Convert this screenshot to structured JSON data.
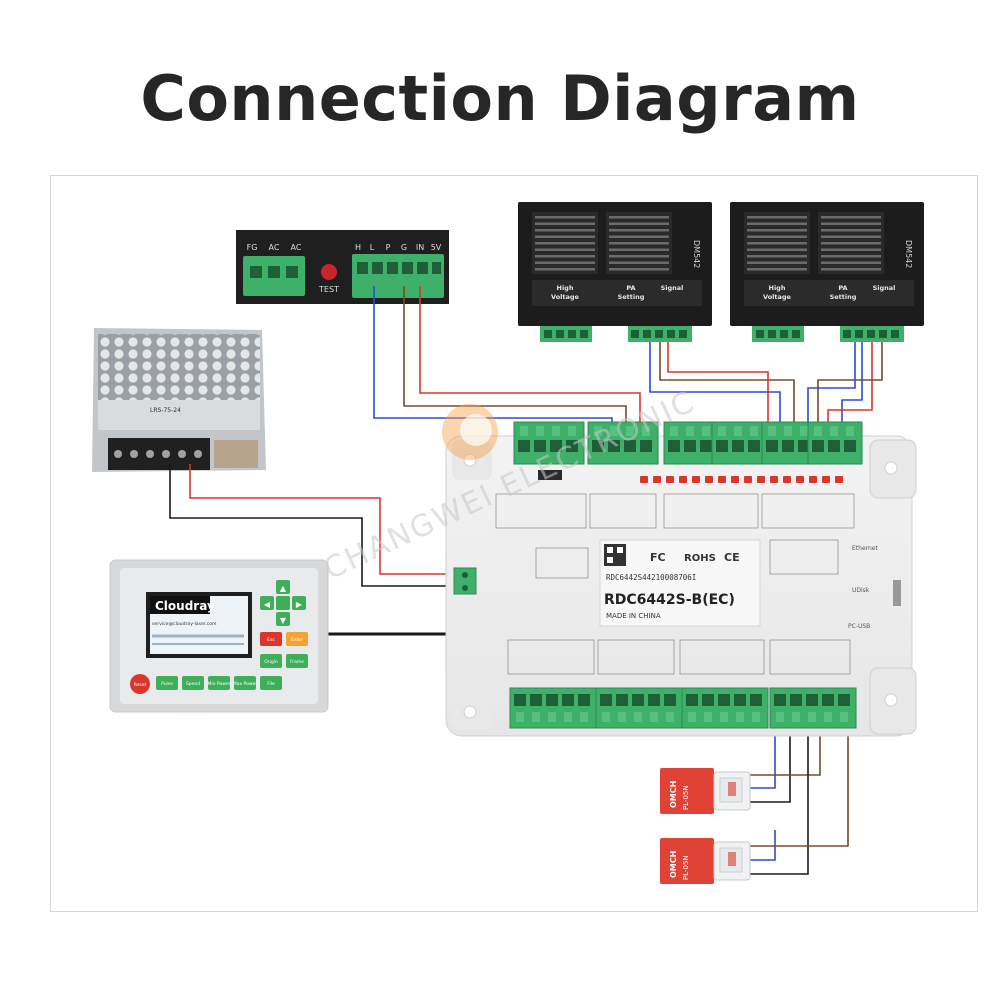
{
  "title": "Connection Diagram",
  "laser_psu": {
    "left_labels": [
      "FG",
      "AC",
      "AC"
    ],
    "test_label": "TEST",
    "right_labels": [
      "H",
      "L",
      "P",
      "G",
      "IN",
      "5V"
    ]
  },
  "stepper_drivers": [
    {
      "model": "DM542",
      "section_labels": [
        "High Voltage",
        "PA Setting",
        "Signal"
      ]
    },
    {
      "model": "DM542",
      "section_labels": [
        "High Voltage",
        "PA Setting",
        "Signal"
      ]
    }
  ],
  "power_supply": {
    "model": "LRS-75-24"
  },
  "controller_board": {
    "model": "RDC6442S-B(EC)",
    "serial": "RDC6442S44210008706I",
    "made_in": "MADE IN CHINA",
    "rohs": "ROHS",
    "ce": "CE",
    "fc": "FC",
    "ports": [
      "Ethernet",
      "UDisk",
      "PC-USB"
    ],
    "watermark": "CHANGWEI ELECTRONIC"
  },
  "control_panel": {
    "brand": "Cloudray",
    "email": "service@cloudray-laser.com",
    "buttons": [
      "Reset",
      "Pulse",
      "Speed",
      "Min Power",
      "Max Power",
      "File",
      "Origin",
      "Frame",
      "Esc",
      "Enter"
    ]
  },
  "sensors": [
    {
      "brand": "OMCH",
      "model": "PL-05N"
    },
    {
      "brand": "OMCH",
      "model": "PL-05N"
    }
  ],
  "colors": {
    "wire_red": "#d8372e",
    "wire_blue": "#2c4bd6",
    "wire_brown": "#7a4a2a",
    "wire_black": "#1a1a1a",
    "terminal_green": "#3fb06a",
    "sensor_red": "#e04236"
  }
}
